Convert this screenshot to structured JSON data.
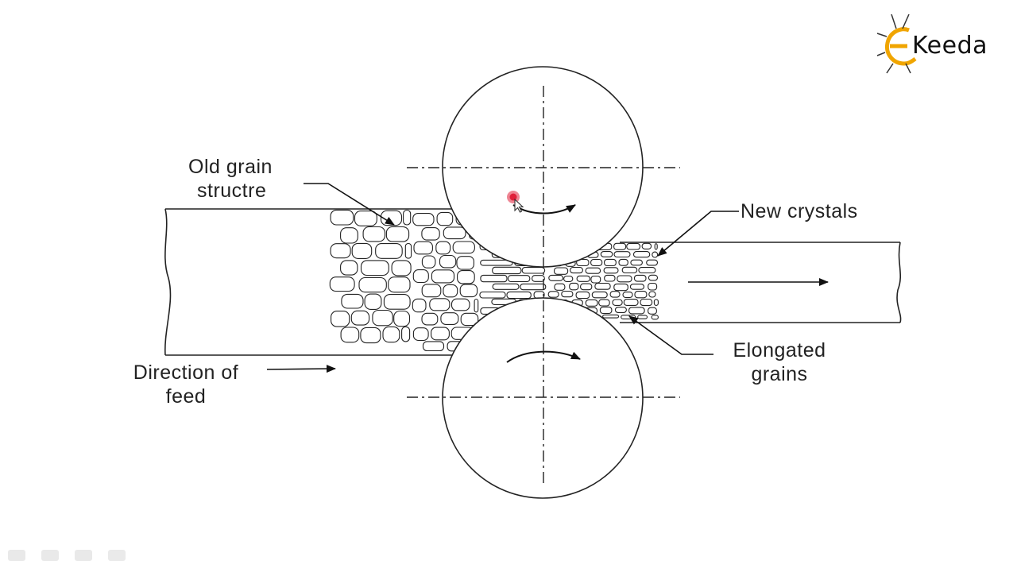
{
  "brand": {
    "logo_text": "Keeda",
    "logo_icon": "e-bug-logo-icon",
    "accent_color": "#f0a500"
  },
  "labels": {
    "old_grain_line1": "Old grain",
    "old_grain_line2": "structre",
    "new_crystals": "New crystals",
    "elongated_line1": "Elongated",
    "elongated_line2": "grains",
    "direction_line1": "Direction of",
    "direction_line2": "feed"
  },
  "player_controls": [
    "back-icon",
    "pen-icon",
    "menu-icon",
    "forward-icon"
  ],
  "pointer": {
    "icon": "laser-pointer-icon",
    "color": "#e0203a"
  }
}
